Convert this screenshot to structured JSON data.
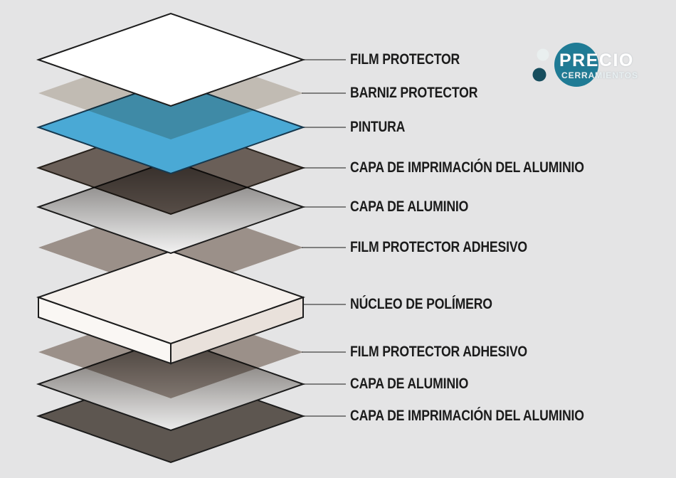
{
  "background_color": "#e4e4e5",
  "logo": {
    "brand": "PRECIO",
    "tagline": "CERRAMIENTOS",
    "circle_color": "#1f7b95",
    "dot_light_color": "#e9efef",
    "dot_dark_color": "#174e5e",
    "text_color": "#ffffff",
    "tagline_color": "#e8eff1"
  },
  "diagram": {
    "leader_line_color": "#7f7f7f",
    "label_color": "#1b1b1b",
    "layers": [
      {
        "id": "film-protector-superior",
        "label": "FILM PROTECTOR",
        "fill": "#ffffff",
        "stroke": "#1c1c1c"
      },
      {
        "id": "barniz-protector",
        "label": "BARNIZ PROTECTOR",
        "fill": "#d8d1c7"
      },
      {
        "id": "pintura",
        "label": "PINTURA",
        "fill": "#4aa9d5",
        "stroke": "#16384e"
      },
      {
        "id": "imprimacion-superior",
        "label": "CAPA DE IMPRIMACIÓN DEL ALUMINIO",
        "fill": "#776a62",
        "stroke": "#2a231d"
      },
      {
        "id": "aluminio-superior",
        "label": "CAPA DE ALUMINIO",
        "fill_top": "#6f6c6a",
        "fill_bottom": "#f2f2f2",
        "stroke": "#1c1c1c"
      },
      {
        "id": "film-adhesivo-superior",
        "label": "FILM PROTECTOR ADHESIVO",
        "fill": "#ada199"
      },
      {
        "id": "nucleo-polimero",
        "label": "NÚCLEO DE POLÍMERO",
        "fill_top": "#f6f1ed",
        "fill_left": "#faf7f4",
        "fill_right": "#e9e1db",
        "stroke": "#1c1c1c"
      },
      {
        "id": "film-adhesivo-inferior",
        "label": "FILM PROTECTOR ADHESIVO",
        "fill": "#ada199"
      },
      {
        "id": "aluminio-inferior",
        "label": "CAPA DE ALUMINIO",
        "fill_top": "#67625e",
        "fill_bottom": "#ececec",
        "stroke": "#1c1c1c"
      },
      {
        "id": "imprimacion-inferior",
        "label": "CAPA DE IMPRIMACIÓN DEL ALUMINIO",
        "fill": "#5d5650",
        "stroke": "#1c1c1c"
      }
    ]
  }
}
